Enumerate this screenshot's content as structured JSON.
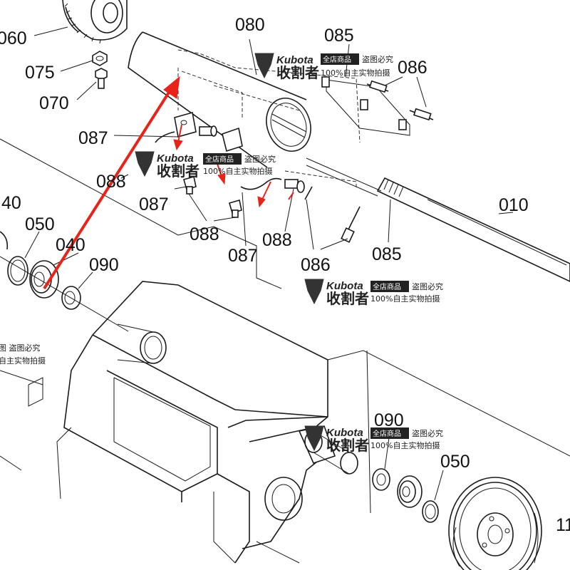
{
  "labels": {
    "p060": "060",
    "p075": "075",
    "p070": "070",
    "p080": "080",
    "p085a": "085",
    "p086a": "086",
    "p087a": "087",
    "p088a": "088",
    "p087b": "087",
    "p088b": "088",
    "p088c": "088",
    "p087c": "087",
    "p086b": "086",
    "p085b": "085",
    "p010": "010",
    "p040a": "40",
    "p050a": "050",
    "p040b": "040",
    "p090a": "090",
    "p090b": "090",
    "p050b": "050",
    "p11": "11"
  },
  "watermark": {
    "brand": "Kubota",
    "store_badge": "全店商品",
    "protect_note": "盗图必究",
    "name_cn": "收割者",
    "subtitle": "100%自主实物拍摄",
    "partial_note": "盗图必究",
    "partial_sub": "自主实物拍摄"
  },
  "annotation": {
    "arrow_color": "#e8231a"
  }
}
